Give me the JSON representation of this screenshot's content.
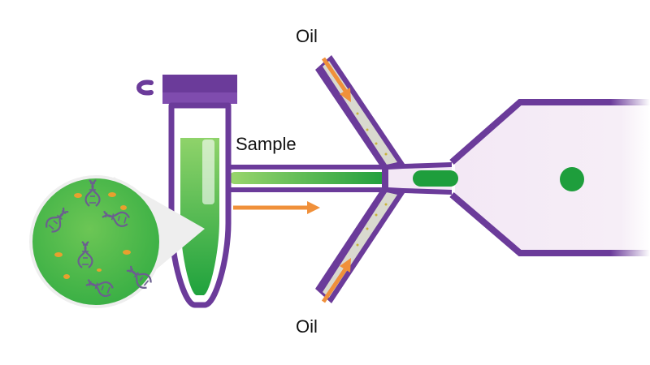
{
  "labels": {
    "oil_top": "Oil",
    "oil_bottom": "Oil",
    "sample": "Sample"
  },
  "colors": {
    "purple": "#6b3b9a",
    "green_dark": "#1e9e3c",
    "green_light": "#7ccd5e",
    "orange": "#f0903a",
    "channel_fill": "#d9d9cf",
    "chamber_fill": "#f5ecf6"
  },
  "icons": [
    "microtube-icon",
    "magnified-sample-icon",
    "dna-icon",
    "droplet-icon",
    "flow-arrow-icon"
  ]
}
